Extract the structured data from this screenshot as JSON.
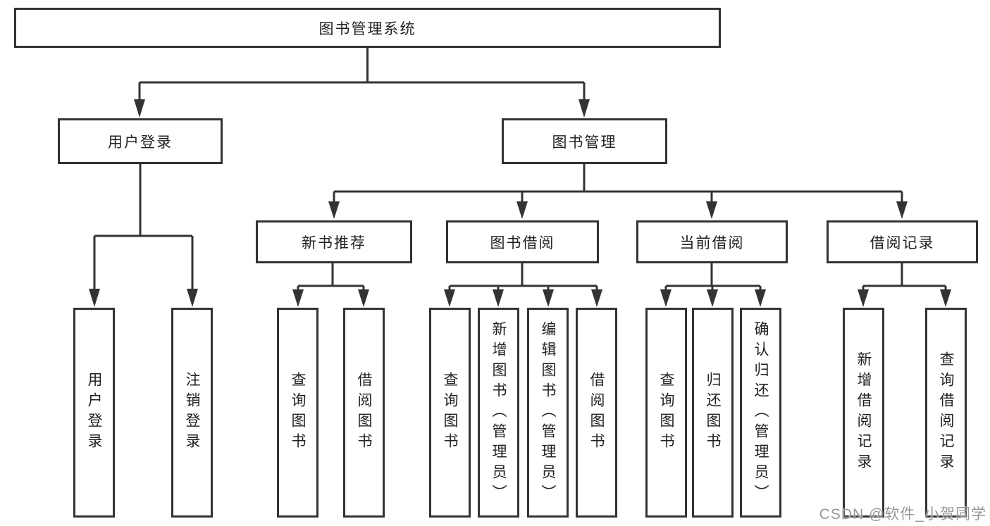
{
  "diagram": {
    "title": "图书管理系统",
    "root": {
      "label": "图书管理系统"
    },
    "level2": [
      {
        "label": "用户登录"
      },
      {
        "label": "图书管理"
      }
    ],
    "level3": [
      {
        "label": "新书推荐"
      },
      {
        "label": "图书借阅"
      },
      {
        "label": "当前借阅"
      },
      {
        "label": "借阅记录"
      }
    ],
    "leaves": {
      "user_login": [
        {
          "label": "用户登录"
        },
        {
          "label": "注销登录"
        }
      ],
      "new_book_recommend": [
        {
          "label": "查询图书"
        },
        {
          "label": "借阅图书"
        }
      ],
      "book_borrow": [
        {
          "label": "查询图书"
        },
        {
          "label": "新增图书（管理员）"
        },
        {
          "label": "编辑图书（管理员）"
        },
        {
          "label": "借阅图书"
        }
      ],
      "current_borrow": [
        {
          "label": "查询图书"
        },
        {
          "label": "归还图书"
        },
        {
          "label": "确认归还（管理员）"
        }
      ],
      "borrow_records": [
        {
          "label": "新增借阅记录"
        },
        {
          "label": "查询借阅记录"
        }
      ]
    }
  },
  "watermark": {
    "text": "CSDN @软件_小贺同学"
  },
  "colors": {
    "line": "#333333",
    "box_border": "#333333",
    "text": "#222222",
    "watermark_text": "#979797",
    "background": "#ffffff"
  }
}
